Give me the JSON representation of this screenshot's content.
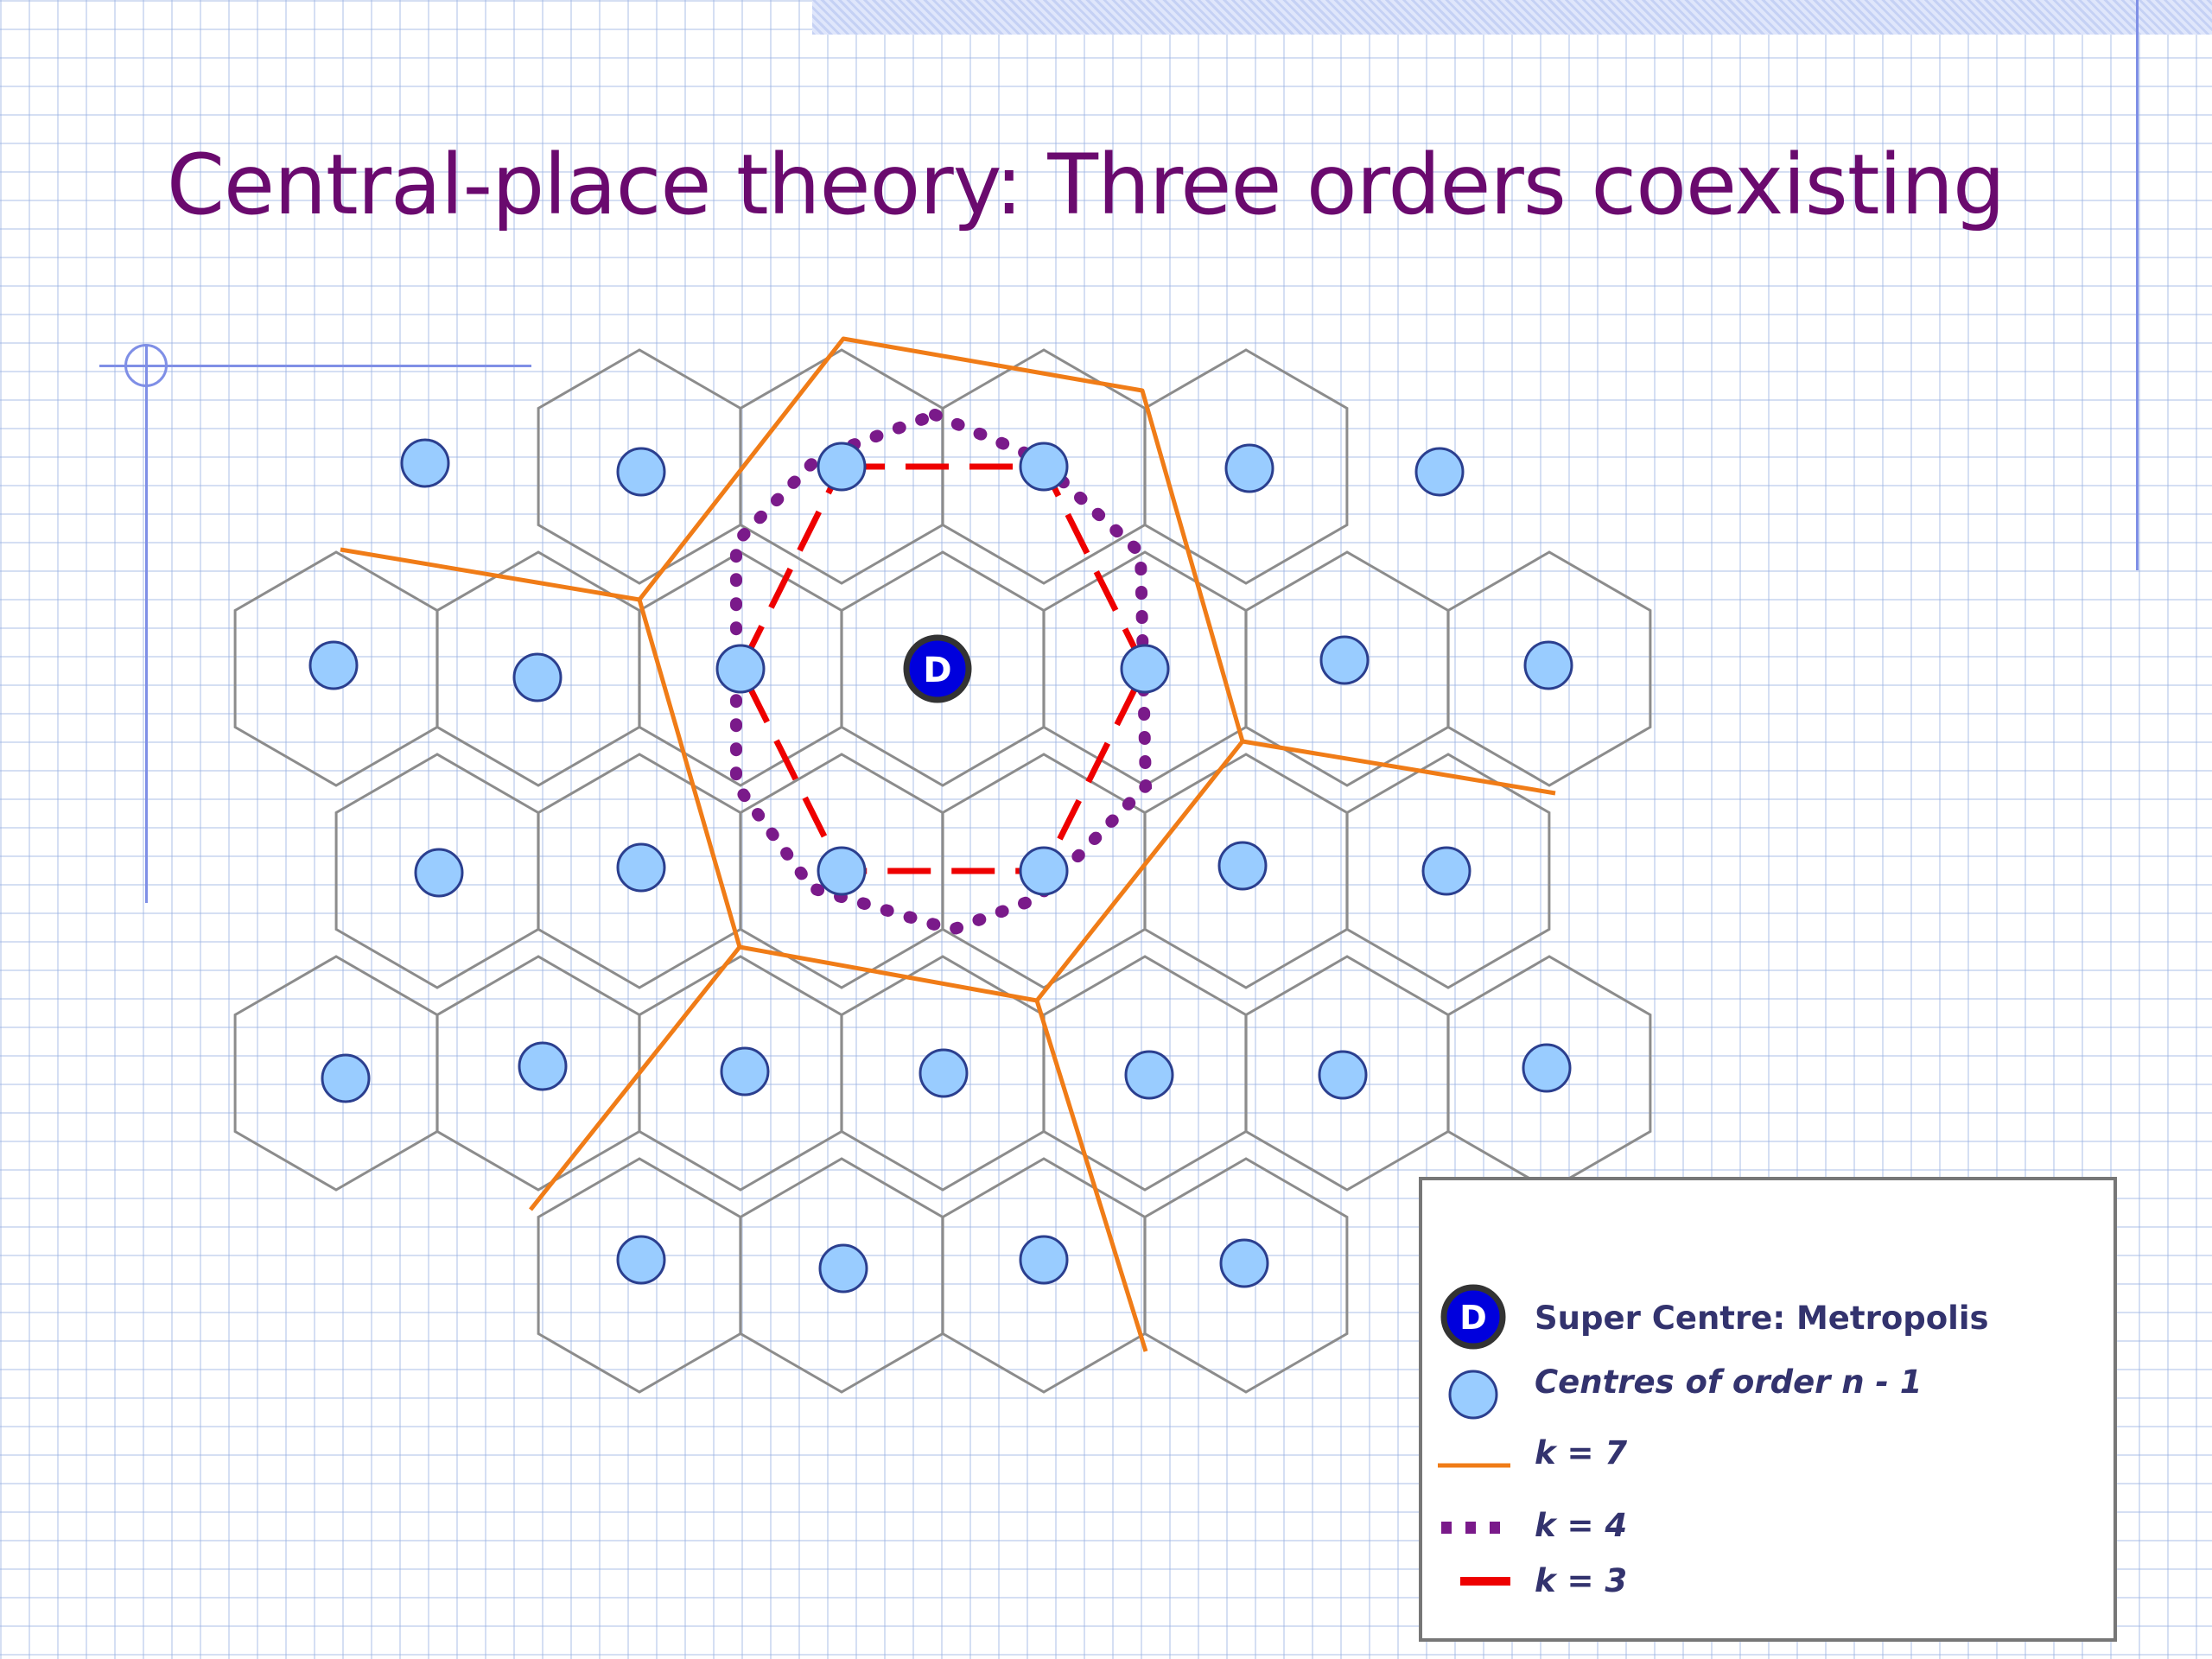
{
  "title": "Central-place theory: Three orders coexisting",
  "super_centre_letter": "D",
  "colors": {
    "title": "#6a0a6e",
    "hex_grid": "#8c8c8c",
    "centre_fill": "#99ccff",
    "centre_stroke": "#2b3f8f",
    "super_fill": "#0000dd",
    "k7": "#f07c17",
    "k4": "#7a1a8a",
    "k3": "#ee0000"
  },
  "legend": {
    "super_centre": "Super Centre: Metropolis",
    "centres": "Centres of order n - 1",
    "k7": "k = 7",
    "k4": "k = 4",
    "k3": "k = 3"
  }
}
